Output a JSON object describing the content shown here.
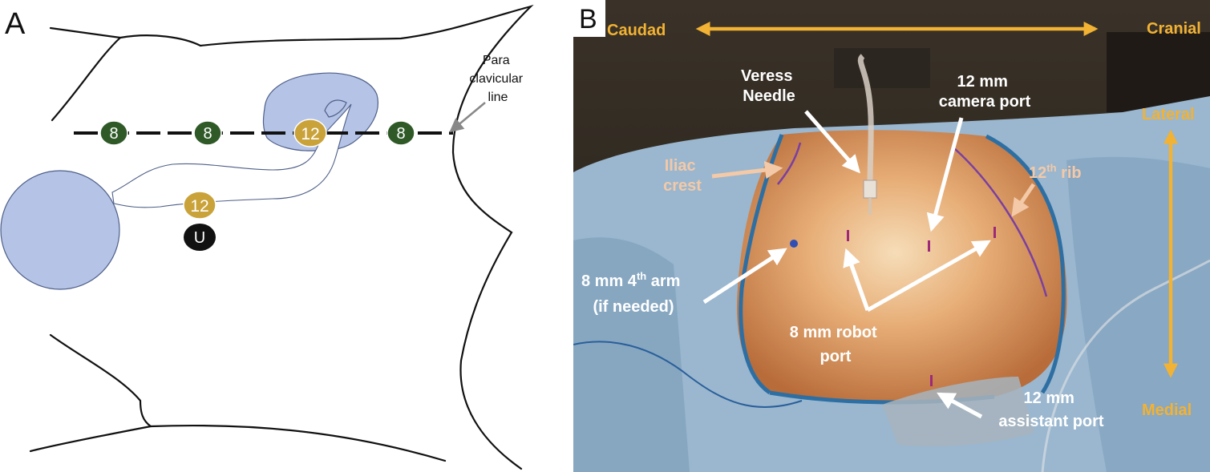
{
  "panel_a": {
    "letter": "A",
    "para_clavicular_label": [
      "Para",
      "clavicular",
      "line"
    ],
    "ports": [
      {
        "label": "8",
        "kind": "robot"
      },
      {
        "label": "8",
        "kind": "robot"
      },
      {
        "label": "12",
        "kind": "camera"
      },
      {
        "label": "8",
        "kind": "robot"
      },
      {
        "label": "12",
        "kind": "assistant"
      },
      {
        "label": "U",
        "kind": "umbilicus"
      }
    ]
  },
  "panel_b": {
    "letter": "B",
    "orientation": {
      "caudad": "Caudad",
      "cranial": "Cranial",
      "lateral": "Lateral",
      "medial": "Medial"
    },
    "labels": {
      "veress": [
        "Veress",
        "Needle"
      ],
      "camera_port": [
        "12 mm",
        "camera port"
      ],
      "iliac_crest": [
        "Iliac",
        "crest"
      ],
      "rib_number": "12",
      "rib_sup": "th",
      "rib_word": " rib",
      "fourth_arm_prefix": "8 mm 4",
      "fourth_arm_sup": "th",
      "fourth_arm_suffix": " arm",
      "fourth_arm_note": "(if needed)",
      "robot_port": [
        "8 mm robot",
        "port"
      ],
      "assistant_port": [
        "12 mm",
        "assistant port"
      ]
    }
  },
  "colors": {
    "organ": "#b4c3e6",
    "robot_port": "#2f5a28",
    "camera_port": "#c9a23a",
    "umbilicus": "#111111",
    "orientation": "#f2b233",
    "peach": "#f3c9a8"
  }
}
